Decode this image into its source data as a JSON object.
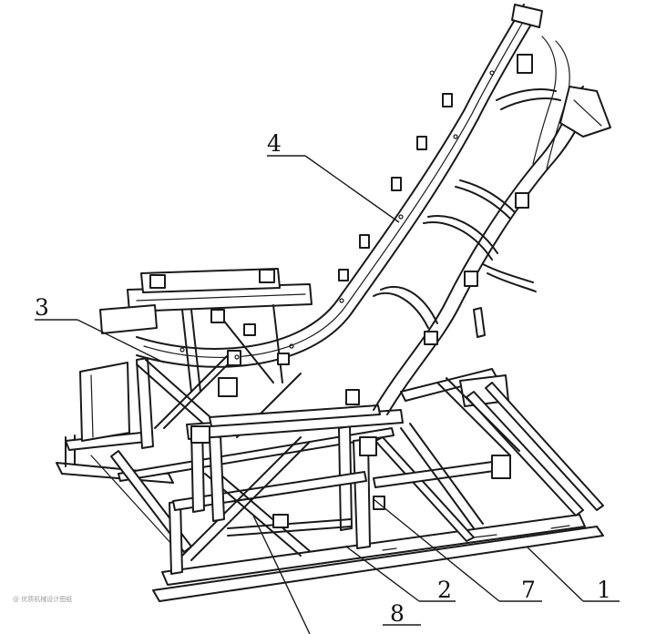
{
  "callouts": [
    {
      "id": "1",
      "label": "1"
    },
    {
      "id": "2",
      "label": "2"
    },
    {
      "id": "3",
      "label": "3"
    },
    {
      "id": "4",
      "label": "4"
    },
    {
      "id": "7",
      "label": "7"
    },
    {
      "id": "8",
      "label": "8"
    }
  ],
  "watermark": "@ 优质机械设计图纸"
}
